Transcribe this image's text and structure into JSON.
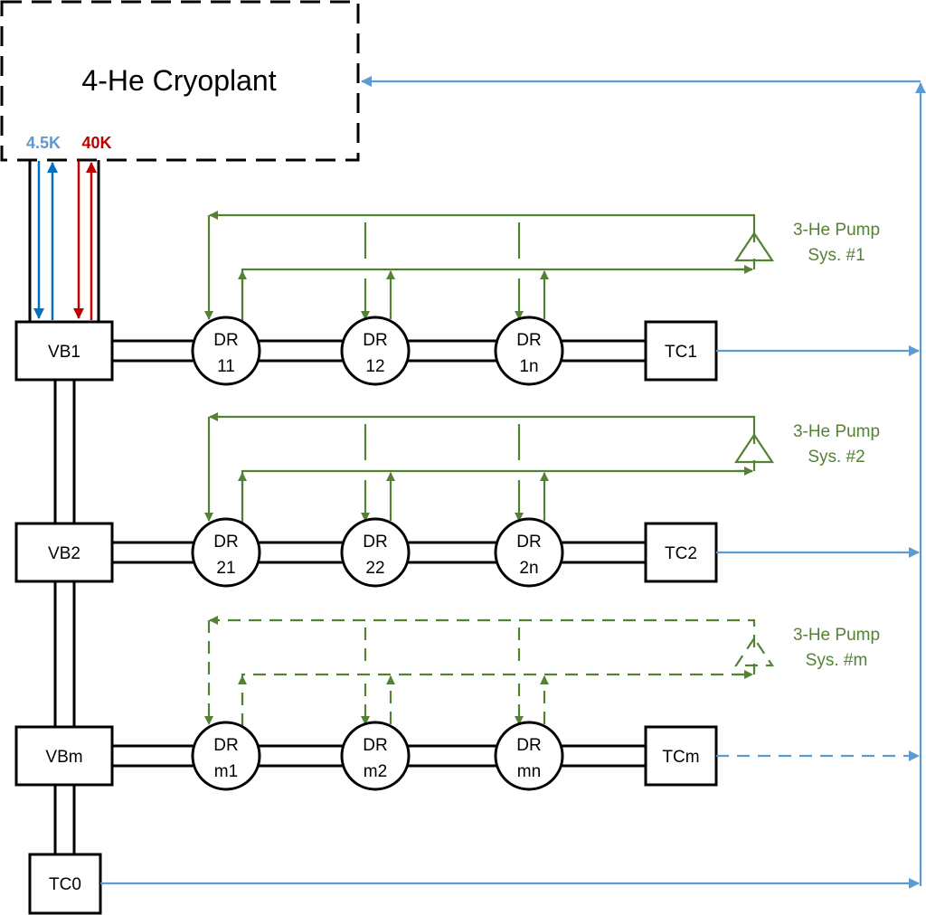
{
  "cryoplant": {
    "title": "4-He Cryoplant",
    "supply_labels": [
      {
        "text": "4.5K",
        "color": "#5b9bd5"
      },
      {
        "text": "40K",
        "color": "#c00000"
      }
    ]
  },
  "colors": {
    "helium3_loop": "#548235",
    "return_line": "#5b9bd5",
    "stream_4_5K": "#0070c0",
    "stream_40K": "#c00000",
    "structure": "#000000"
  },
  "rows": [
    {
      "valve_box": "VB1",
      "transfer": "TC1",
      "pump": {
        "line1": "3-He Pump",
        "line2": "Sys. #1"
      },
      "style": "solid",
      "drs": [
        {
          "top": "DR",
          "bottom": "11"
        },
        {
          "top": "DR",
          "bottom": "12"
        },
        {
          "top": "DR",
          "bottom": "1n"
        }
      ]
    },
    {
      "valve_box": "VB2",
      "transfer": "TC2",
      "pump": {
        "line1": "3-He Pump",
        "line2": "Sys. #2"
      },
      "style": "solid",
      "drs": [
        {
          "top": "DR",
          "bottom": "21"
        },
        {
          "top": "DR",
          "bottom": "22"
        },
        {
          "top": "DR",
          "bottom": "2n"
        }
      ]
    },
    {
      "valve_box": "VBm",
      "transfer": "TCm",
      "pump": {
        "line1": "3-He Pump",
        "line2": "Sys. #m"
      },
      "style": "dashed",
      "drs": [
        {
          "top": "DR",
          "bottom": "m1"
        },
        {
          "top": "DR",
          "bottom": "m2"
        },
        {
          "top": "DR",
          "bottom": "mn"
        }
      ]
    }
  ],
  "tc0": "TC0"
}
